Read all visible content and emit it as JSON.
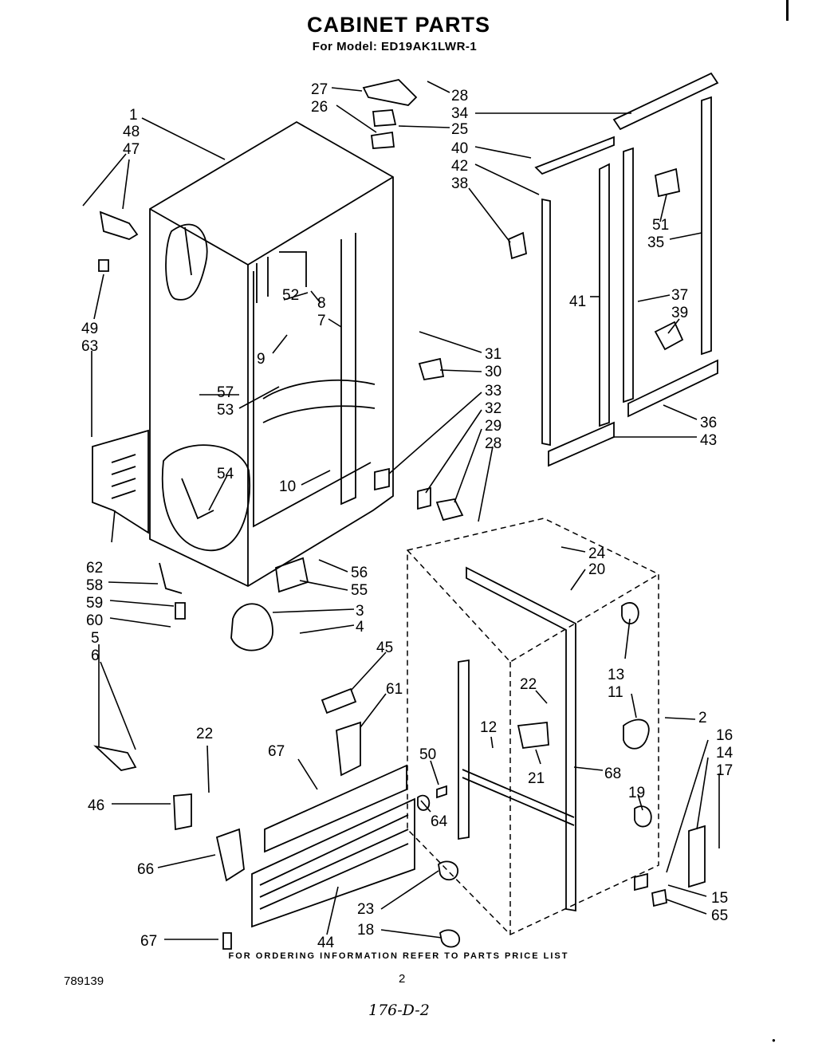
{
  "header": {
    "title": "CABINET PARTS",
    "subtitle": "For Model: ED19AK1LWR-1"
  },
  "callouts": [
    "1",
    "48",
    "47",
    "49",
    "63",
    "62",
    "58",
    "59",
    "60",
    "5",
    "6",
    "22",
    "46",
    "66",
    "67",
    "67",
    "52",
    "8",
    "7",
    "9",
    "57",
    "53",
    "54",
    "10",
    "56",
    "55",
    "3",
    "4",
    "45",
    "61",
    "50",
    "64",
    "27",
    "26",
    "28",
    "25",
    "34",
    "40",
    "42",
    "38",
    "31",
    "30",
    "33",
    "32",
    "29",
    "28",
    "41",
    "51",
    "35",
    "37",
    "39",
    "36",
    "43",
    "24",
    "20",
    "13",
    "11",
    "22",
    "12",
    "21",
    "68",
    "19",
    "2",
    "16",
    "14",
    "17",
    "15",
    "65",
    "23",
    "18",
    "44"
  ],
  "footer": {
    "ordering_note": "FOR ORDERING INFORMATION REFER TO PARTS PRICE LIST",
    "doc_number": "789139",
    "page_number": "2",
    "handwritten_note": "176-D-2"
  }
}
